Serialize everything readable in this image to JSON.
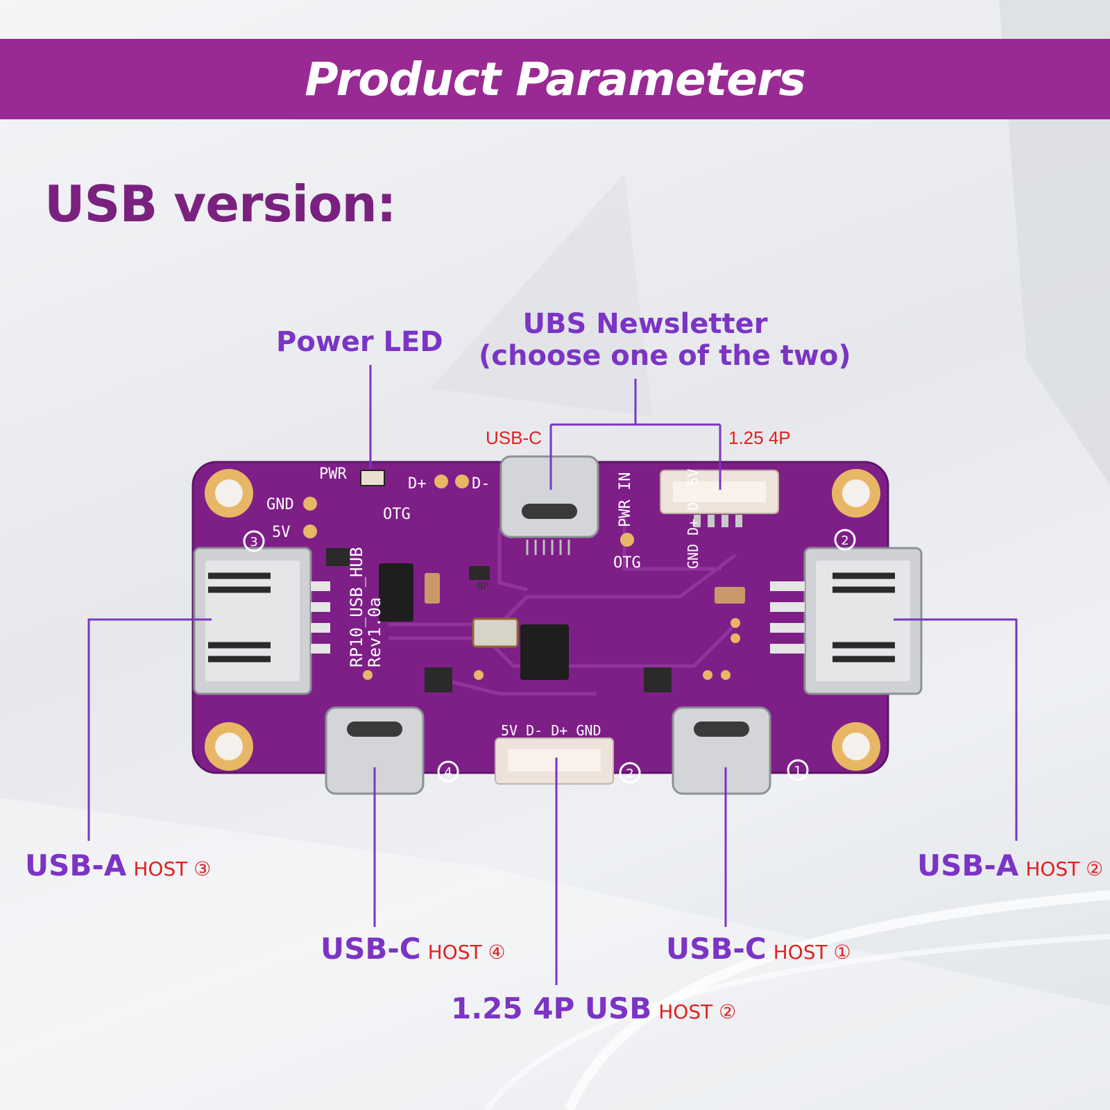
{
  "banner": {
    "title": "Product Parameters"
  },
  "section": {
    "title": "USB version:"
  },
  "callouts": {
    "power_led": "Power LED",
    "ubs_newsletter_line1": "UBS Newsletter",
    "ubs_newsletter_line2": "(choose one of the two)",
    "usb_c_top": "USB-C",
    "conn_125_4p_top": "1.25 4P",
    "usb_a_left": {
      "name": "USB-A",
      "host": "HOST ③"
    },
    "usb_a_right": {
      "name": "USB-A",
      "host": "HOST ②"
    },
    "usb_c_left": {
      "name": "USB-C",
      "host": "HOST ④"
    },
    "usb_c_right": {
      "name": "USB-C",
      "host": "HOST ①"
    },
    "conn_125_4p_usb": {
      "name": "1.25 4P USB",
      "host": "HOST ②"
    }
  },
  "board": {
    "silkscreen": {
      "pwr": "PWR",
      "d_plus": "D+",
      "d_minus": "D-",
      "gnd": "GND",
      "v5": "5V",
      "otg_left": "OTG",
      "otg_right": "OTG",
      "pwr_in": "PWR IN",
      "model_line1": "RP10_USB_HUB",
      "model_line2": "Rev1.0a",
      "bp": "BP",
      "bottom_pins": "5V D- D+ GND",
      "right_pins": "GND D+ D- 5V",
      "port_num_1": "1",
      "port_num_2": "2",
      "port_num_3": "3",
      "port_num_4": "4",
      "port_num_2b": "2"
    },
    "colors": {
      "pcb": "#7e1f88",
      "pad": "#e8b766",
      "callout_line": "#7b34c4",
      "accent_red": "#e0211f"
    }
  }
}
